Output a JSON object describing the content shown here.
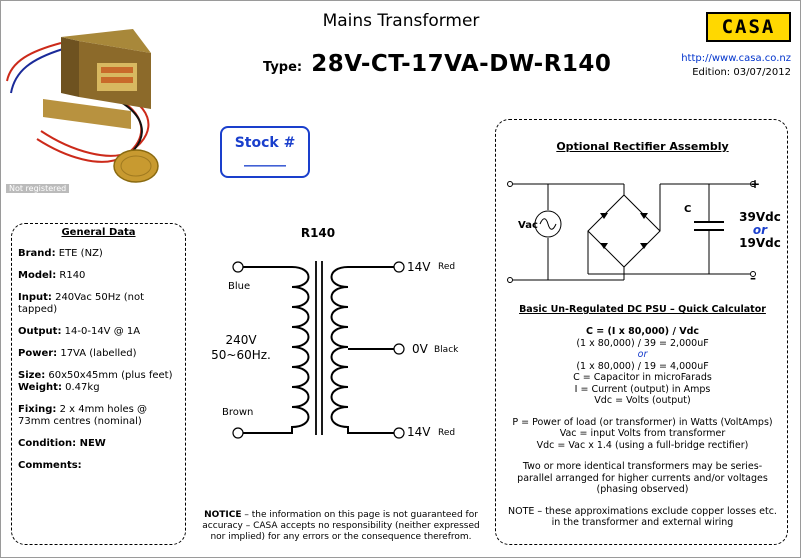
{
  "header": {
    "title": "Mains Transformer",
    "type_label": "Type:",
    "type_value": "28V-CT-17VA-DW-R140",
    "logo_text": "CASA",
    "url": "http://www.casa.co.nz",
    "edition": "Edition: 03/07/2012",
    "not_registered": "Not registered"
  },
  "stock": {
    "label": "Stock #",
    "blank": "______"
  },
  "general": {
    "title": "General Data",
    "items": [
      {
        "label": "Brand:",
        "value": " ETE (NZ)"
      },
      {
        "label": "Model:",
        "value": " R140"
      },
      {
        "label": "Input:",
        "value": " 240Vac 50Hz (not tapped)"
      },
      {
        "label": "Output:",
        "value": " 14-0-14V @ 1A"
      },
      {
        "label": "Power:",
        "value": " 17VA (labelled)"
      },
      {
        "label": "Size:",
        "value": " 60x50x45mm (plus feet)"
      },
      {
        "label": "Weight:",
        "value": " 0.47kg"
      },
      {
        "label": "Fixing:",
        "value": " 2 x 4mm holes @ 73mm centres (nominal)"
      },
      {
        "label": "Condition: NEW",
        "value": ""
      },
      {
        "label": "Comments:",
        "value": ""
      }
    ]
  },
  "schematic": {
    "model": "R140",
    "primary_top_color": "Blue",
    "primary_bottom_color": "Brown",
    "primary_voltage": "240V",
    "primary_freq": "50~60Hz.",
    "tap_top_voltage": "14V",
    "tap_top_color": "Red",
    "tap_mid_voltage": "0V",
    "tap_mid_color": "Black",
    "tap_bot_voltage": "14V",
    "tap_bot_color": "Red"
  },
  "rectifier": {
    "title": "Optional Rectifier Assembly",
    "vac_label": "Vac",
    "cap_label": "C",
    "plus": "+",
    "minus": "–",
    "out_high": "39Vdc",
    "out_or": "or",
    "out_low": "19Vdc"
  },
  "calculator": {
    "title": "Basic Un-Regulated DC PSU – Quick Calculator",
    "formula": "C = (I x 80,000) / Vdc",
    "ex1": "(1 x 80,000) / 39 = 2,000uF",
    "or": "or",
    "ex2": "(1 x 80,000) / 19 = 4,000uF",
    "def_c": "C = Capacitor in microFarads",
    "def_i": "I = Current (output) in Amps",
    "def_v": "Vdc = Volts (output)",
    "p1a": "P = Power of load (or transformer) in Watts (VoltAmps)",
    "p1b": "Vac = input Volts from transformer",
    "p1c": "Vdc = Vac x 1.4 (using a full-bridge rectifier)",
    "p2a": "Two or more identical transformers may be series-",
    "p2b": "parallel arranged for higher currents and/or voltages",
    "p2c": "(phasing observed)",
    "note_a": "NOTE – these approximations exclude copper losses etc.",
    "note_b": "in the transformer and external wiring"
  },
  "notice": {
    "label": "NOTICE",
    "text": " – the information on this page is not guaranteed for accuracy – CASA accepts no responsibility (neither expressed nor implied) for any errors or the consequence therefrom."
  }
}
